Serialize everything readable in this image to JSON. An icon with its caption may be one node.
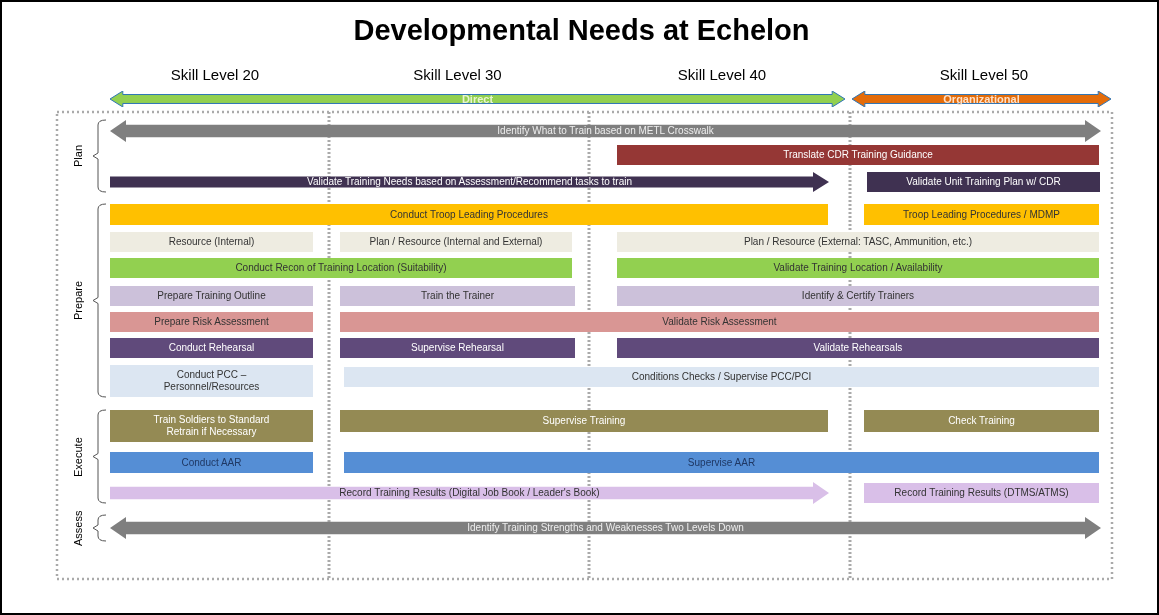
{
  "diagram": {
    "title": "Developmental Needs at Echelon",
    "nodes": [
      {
        "text": [
          "Direct"
        ]
      },
      {
        "text": [
          "Organizational"
        ]
      },
      {
        "text": [
          "Identify What to Train based on METL Crosswalk"
        ]
      },
      {
        "text": [
          "Translate CDR Training Guidance"
        ]
      },
      {
        "text": [
          "Validate Training Needs based on Assessment/Recommend tasks to train"
        ]
      },
      {
        "text": [
          "Validate Unit Training Plan w/ CDR"
        ]
      },
      {
        "text": [
          "Conduct Troop Leading Procedures"
        ]
      },
      {
        "text": [
          "Troop Leading Procedures / MDMP"
        ]
      },
      {
        "text": [
          "Resource (Internal)"
        ]
      },
      {
        "text": [
          "Plan / Resource (Internal and External)"
        ]
      },
      {
        "text": [
          "Plan / Resource (External: TASC, Ammunition, etc.)"
        ]
      },
      {
        "text": [
          "Conduct Recon of Training Location (Suitability)"
        ]
      },
      {
        "text": [
          "Validate Training Location / Availability"
        ]
      },
      {
        "text": [
          "Prepare Training Outline"
        ]
      },
      {
        "text": [
          "Train the Trainer"
        ]
      },
      {
        "text": [
          "Identify & Certify Trainers"
        ]
      },
      {
        "text": [
          "Prepare Risk Assessment"
        ]
      },
      {
        "text": [
          "Validate Risk Assessment"
        ]
      },
      {
        "text": [
          "Conduct Rehearsal"
        ]
      },
      {
        "text": [
          "Supervise Rehearsal"
        ]
      },
      {
        "text": [
          "Validate Rehearsals"
        ]
      },
      {
        "text": [
          "Conduct PCC – Personnel/Resources"
        ]
      },
      {
        "text": [
          "Conditions Checks / Supervise PCC/PCI"
        ]
      },
      {
        "text": [
          "Train Soldiers to Standard Retrain if Necessary"
        ]
      },
      {
        "text": [
          "Supervise Training"
        ]
      },
      {
        "text": [
          "Check Training"
        ]
      },
      {
        "text": [
          "Conduct AAR"
        ]
      },
      {
        "text": [
          "Supervise AAR"
        ]
      },
      {
        "text": [
          "Record Training Results (Digital Job Book / Leader's Book)"
        ]
      },
      {
        "text": [
          "Record Training Results (DTMS/ATMS)"
        ]
      },
      {
        "text": [
          "Identify Training Strengths and Weaknesses Two Levels Down"
        ]
      }
    ],
    "edges": [],
    "labels": [
      "Skill Level 20",
      "Skill Level 30",
      "Skill Level 40",
      "Skill Level 50",
      "Plan",
      "Prepare",
      "Execute",
      "Assess"
    ]
  }
}
